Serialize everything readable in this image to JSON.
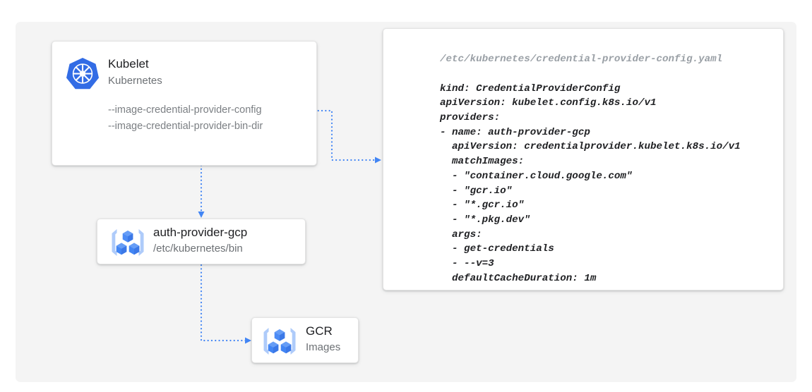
{
  "canvas": {
    "background": "#f4f4f4",
    "accent": "#4285f4",
    "icon_light": "#aecbfa"
  },
  "kubelet_card": {
    "icon": "kubernetes-icon",
    "title": "Kubelet",
    "subtitle": "Kubernetes",
    "flags": [
      "--image-credential-provider-config",
      "--image-credential-provider-bin-dir"
    ]
  },
  "auth_provider_card": {
    "icon": "gcp-container-registry-icon",
    "title": "auth-provider-gcp",
    "subtitle": "/etc/kubernetes/bin"
  },
  "gcr_card": {
    "icon": "gcp-container-registry-icon",
    "title": "GCR",
    "subtitle": "Images"
  },
  "yaml_card": {
    "filename": "/etc/kubernetes/credential-provider-config.yaml",
    "lines": [
      "kind: CredentialProviderConfig",
      "apiVersion: kubelet.config.k8s.io/v1",
      "providers:",
      "- name: auth-provider-gcp",
      "  apiVersion: credentialprovider.kubelet.k8s.io/v1",
      "  matchImages:",
      "  - \"container.cloud.google.com\"",
      "  - \"gcr.io\"",
      "  - \"*.gcr.io\"",
      "  - \"*.pkg.dev\"",
      "  args:",
      "  - get-credentials",
      "  - --v=3",
      "  defaultCacheDuration: 1m"
    ]
  },
  "connectors": [
    {
      "name": "kubelet-config-to-yaml",
      "from": "kubelet-card",
      "to": "yaml-card"
    },
    {
      "name": "kubelet-to-auth-provider",
      "from": "kubelet-card",
      "to": "auth-provider-card"
    },
    {
      "name": "auth-provider-to-gcr",
      "from": "auth-provider-card",
      "to": "gcr-card"
    }
  ]
}
